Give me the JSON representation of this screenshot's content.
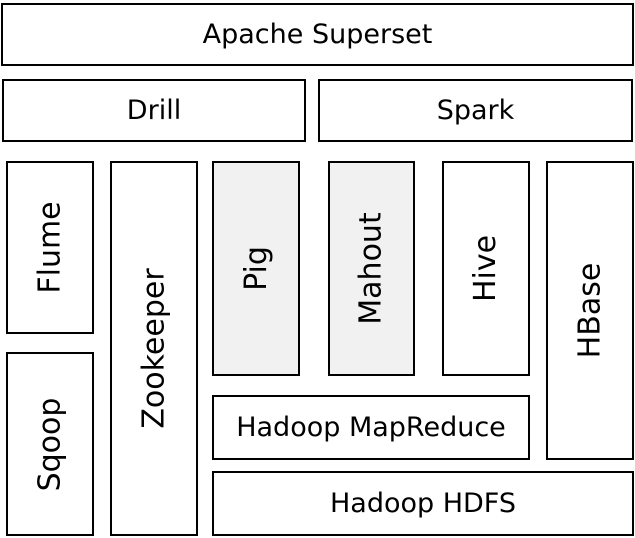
{
  "diagram": {
    "blocks": {
      "superset": "Apache Superset",
      "drill": "Drill",
      "spark": "Spark",
      "flume": "Flume",
      "sqoop": "Sqoop",
      "zookeeper": "Zookeeper",
      "pig": "Pig",
      "mahout": "Mahout",
      "hive": "Hive",
      "hbase": "HBase",
      "mapreduce": "Hadoop MapReduce",
      "hdfs": "Hadoop HDFS"
    },
    "colors": {
      "border": "#000000",
      "fill": "#ffffff",
      "shaded_fill": "#f1f1f1"
    }
  }
}
